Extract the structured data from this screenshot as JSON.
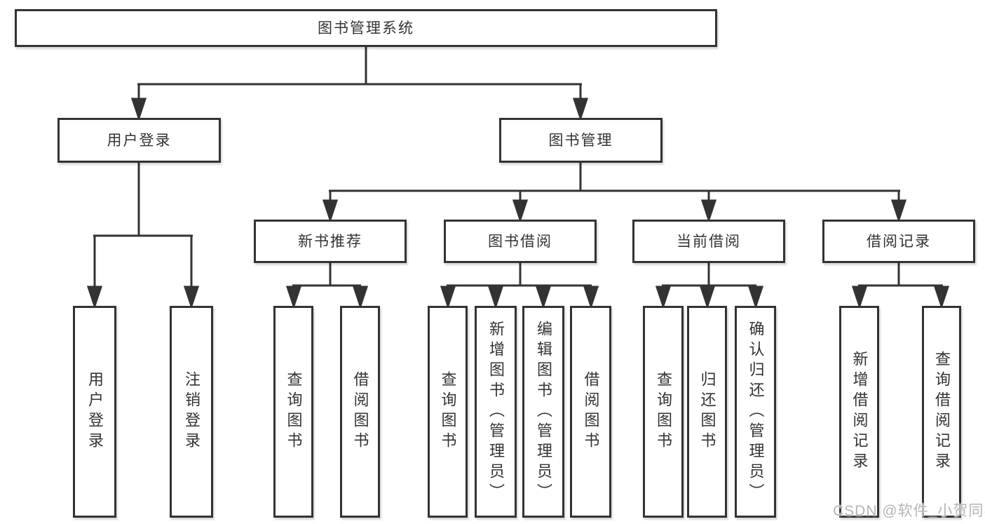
{
  "colors": {
    "line": "#333333",
    "text": "#333333",
    "node_background": "#ffffff",
    "page_background": "#ffffff",
    "watermark": "#b5b5b5"
  },
  "tree": {
    "root": {
      "label": "图书管理系统"
    },
    "user_login": {
      "label": "用户登录",
      "children": [
        {
          "label": "用户登录"
        },
        {
          "label": "注销登录"
        }
      ]
    },
    "book_mgmt": {
      "label": "图书管理",
      "children": [
        {
          "label": "新书推荐",
          "children": [
            {
              "label": "查询图书"
            },
            {
              "label": "借阅图书"
            }
          ]
        },
        {
          "label": "图书借阅",
          "children": [
            {
              "label": "查询图书"
            },
            {
              "label": "新增图书（管理员）"
            },
            {
              "label": "编辑图书（管理员）"
            },
            {
              "label": "借阅图书"
            }
          ]
        },
        {
          "label": "当前借阅",
          "children": [
            {
              "label": "查询图书"
            },
            {
              "label": "归还图书"
            },
            {
              "label": "确认归还（管理员）"
            }
          ]
        },
        {
          "label": "借阅记录",
          "children": [
            {
              "label": "新增借阅记录"
            },
            {
              "label": "查询借阅记录"
            }
          ]
        }
      ]
    }
  },
  "watermark": {
    "text": "CSDN @软件_小贺同学"
  }
}
